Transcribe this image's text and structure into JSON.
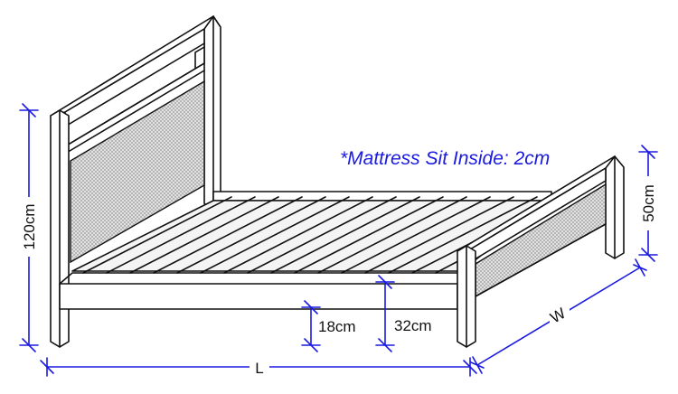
{
  "diagram": {
    "note": "*Mattress Sit Inside: 2cm",
    "dimensions": {
      "headboard_height": "120cm",
      "footboard_height": "50cm",
      "slat_gap": "18cm",
      "floor_clearance": "32cm",
      "length": "L",
      "width": "W"
    },
    "colors": {
      "dimension_lines": "#1a1ae0",
      "outline": "#111111",
      "mesh": "#c9c9c9"
    }
  }
}
